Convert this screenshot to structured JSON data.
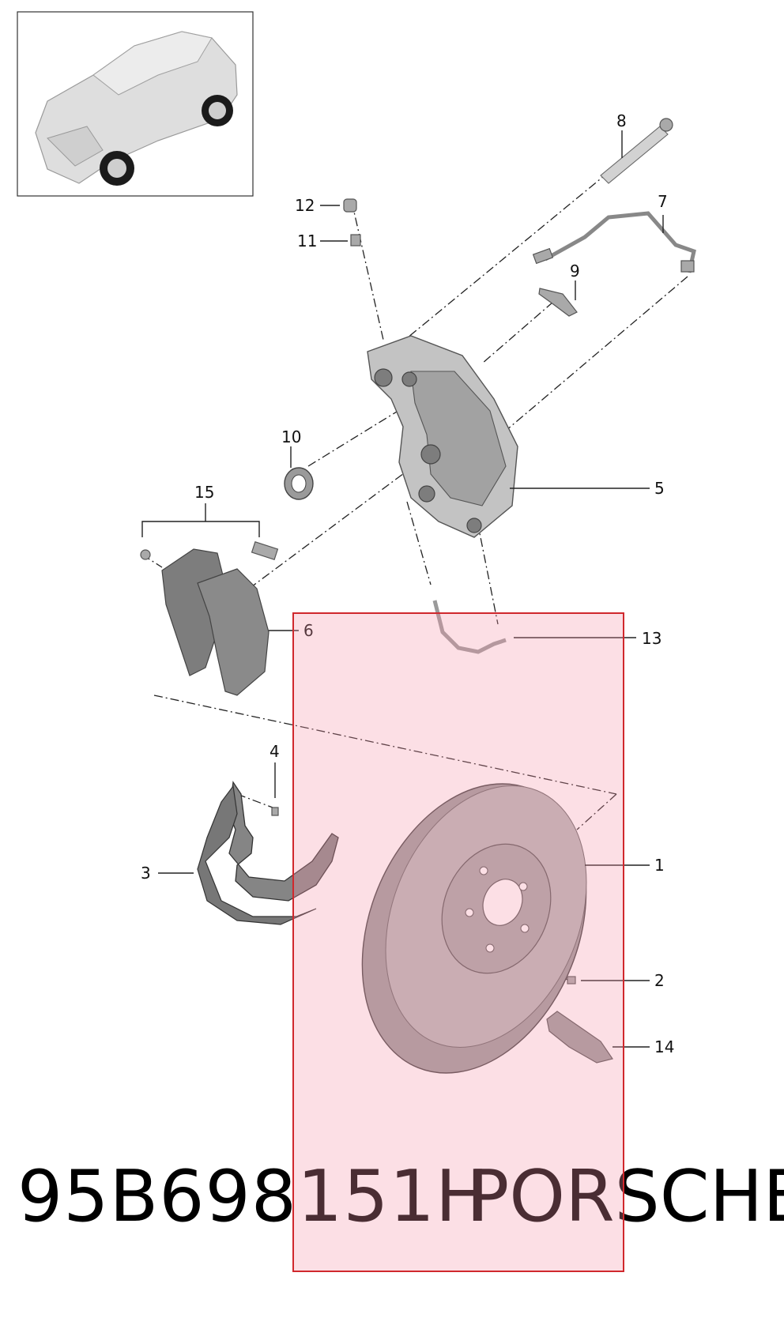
{
  "callouts": {
    "c1": "1",
    "c2": "2",
    "c3": "3",
    "c4": "4",
    "c5": "5",
    "c6": "6",
    "c7": "7",
    "c8": "8",
    "c9": "9",
    "c10": "10",
    "c11": "11",
    "c12": "12",
    "c13": "13",
    "c14": "14",
    "c15": "15"
  },
  "footer": {
    "part_number": "95B698151H",
    "brand": "PORSCHE"
  },
  "colors": {
    "highlight_border": "#d0282d",
    "highlight_fill": "#f496aa"
  }
}
